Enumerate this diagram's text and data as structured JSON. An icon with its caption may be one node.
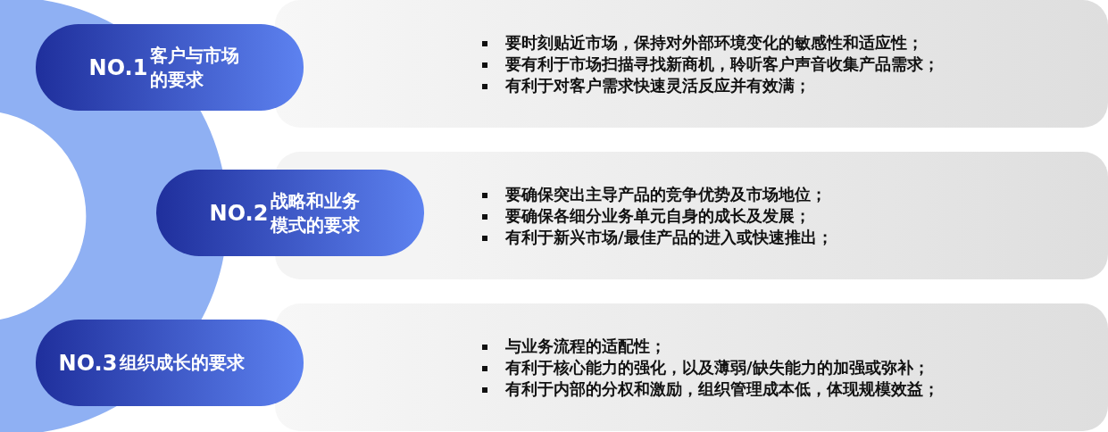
{
  "diagram": {
    "nodes": [
      {
        "text": [
          "NO.1",
          "客户与市场的要求"
        ]
      },
      {
        "text": [
          "要时刻贴近市场，保持对外部环境变化的敏感性和适应性；",
          "要有利于市场扫描寻找新商机，聆听客户声音收集产品需求；",
          "有利于对客户需求快速灵活反应并有效满；"
        ]
      },
      {
        "text": [
          "NO.2",
          "战略和业务模式的要求"
        ]
      },
      {
        "text": [
          "要确保突出主导产品的竞争优势及市场地位；",
          "要确保各细分业务单元自身的成长及发展；",
          "有利于新兴市场/最佳产品的进入或快速推出；"
        ]
      },
      {
        "text": [
          "NO.3",
          "组织成长的要求"
        ]
      },
      {
        "text": [
          "与业务流程的适配性；",
          "有利于核心能力的强化，以及薄弱/缺失能力的加强或弥补；",
          "有利于内部的分权和激励，组织管理成本低，体现规模效益；"
        ]
      }
    ]
  }
}
